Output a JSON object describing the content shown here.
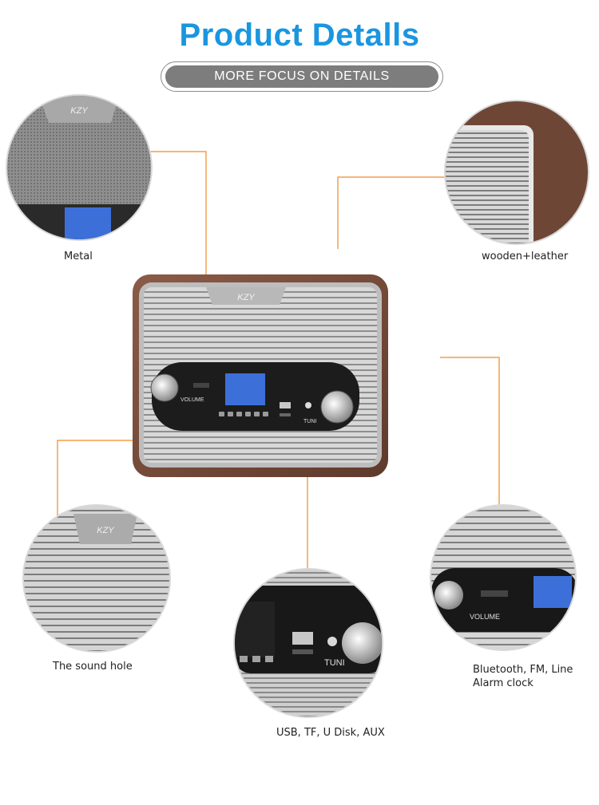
{
  "header": {
    "title": "Product Detalls",
    "subtitle": "MORE FOCUS ON DETAILS"
  },
  "brand_logo": "KZY",
  "radio": {
    "volume_label": "VOLUME",
    "tuning_label": "TUNI"
  },
  "callouts": [
    {
      "name": "metal",
      "label": "Metal"
    },
    {
      "name": "wooden-leather",
      "label": "wooden+leather"
    },
    {
      "name": "sound-hole",
      "label": "The sound hole"
    },
    {
      "name": "ports",
      "label": "USB, TF, U Disk, AUX"
    },
    {
      "name": "functions",
      "label": "Bluetooth, FM, Line\n Alarm clock"
    }
  ],
  "colors": {
    "title": "#1a96e0",
    "pill": "#7d7d7d",
    "leader_line": "#f08a24",
    "wood": "#7a4e3c",
    "display": "#3d6fd8"
  }
}
